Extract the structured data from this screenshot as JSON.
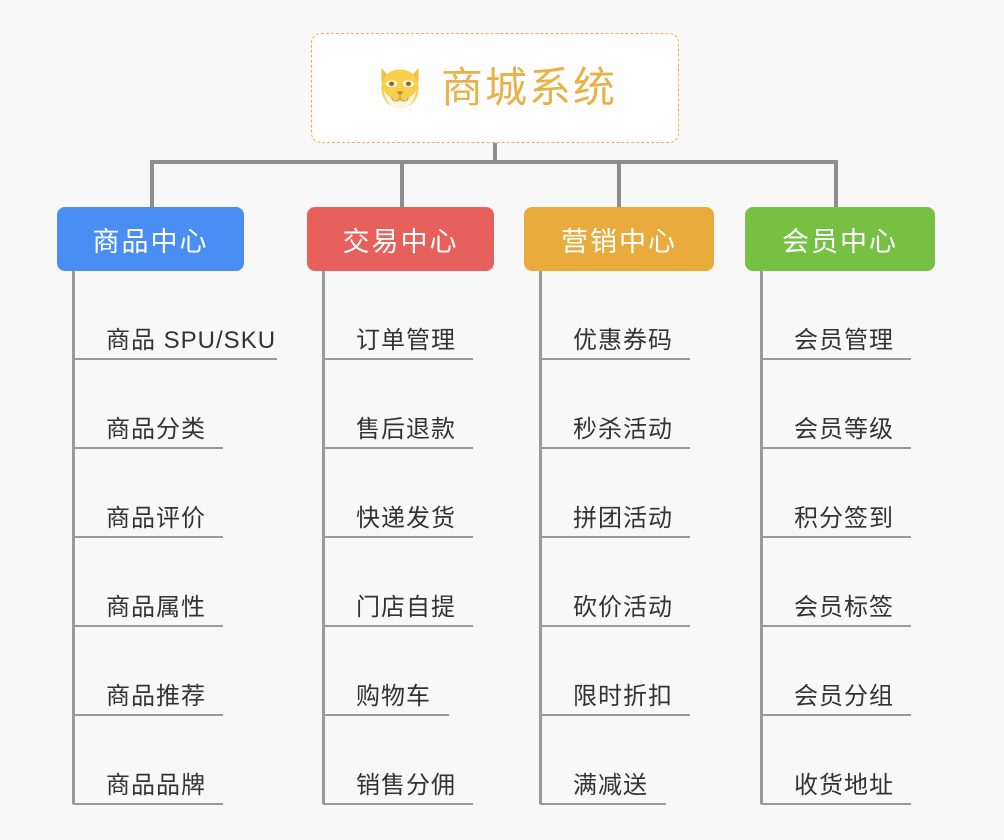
{
  "root": {
    "title": "商城系统",
    "icon": "shiba-dog-face-icon",
    "accent_color": "#e8b24a",
    "background": "#fefefe",
    "border_style": "dashed"
  },
  "canvas": {
    "background_color": "#f8f8f8",
    "connector_color": "#8d8d8d"
  },
  "columns": [
    {
      "header": "商品中心",
      "color": "#4a8ef4",
      "leaves": [
        {
          "label": "商品 SPU/SKU",
          "underline_width": 204
        },
        {
          "label": "商品分类",
          "underline_width": 150
        },
        {
          "label": "商品评价",
          "underline_width": 150
        },
        {
          "label": "商品属性",
          "underline_width": 150
        },
        {
          "label": "商品推荐",
          "underline_width": 150
        },
        {
          "label": "商品品牌",
          "underline_width": 150
        }
      ]
    },
    {
      "header": "交易中心",
      "color": "#e8605c",
      "leaves": [
        {
          "label": "订单管理",
          "underline_width": 150
        },
        {
          "label": "售后退款",
          "underline_width": 150
        },
        {
          "label": "快递发货",
          "underline_width": 150
        },
        {
          "label": "门店自提",
          "underline_width": 150
        },
        {
          "label": "购物车",
          "underline_width": 126
        },
        {
          "label": "销售分佣",
          "underline_width": 150
        }
      ]
    },
    {
      "header": "营销中心",
      "color": "#e8ab3c",
      "leaves": [
        {
          "label": "优惠券码",
          "underline_width": 150
        },
        {
          "label": "秒杀活动",
          "underline_width": 150
        },
        {
          "label": "拼团活动",
          "underline_width": 150
        },
        {
          "label": "砍价活动",
          "underline_width": 150
        },
        {
          "label": "限时折扣",
          "underline_width": 150
        },
        {
          "label": "满减送",
          "underline_width": 126
        }
      ]
    },
    {
      "header": "会员中心",
      "color": "#76c144",
      "leaves": [
        {
          "label": "会员管理",
          "underline_width": 150
        },
        {
          "label": "会员等级",
          "underline_width": 150
        },
        {
          "label": "积分签到",
          "underline_width": 150
        },
        {
          "label": "会员标签",
          "underline_width": 150
        },
        {
          "label": "会员分组",
          "underline_width": 150
        },
        {
          "label": "收货地址",
          "underline_width": 150
        }
      ]
    }
  ]
}
